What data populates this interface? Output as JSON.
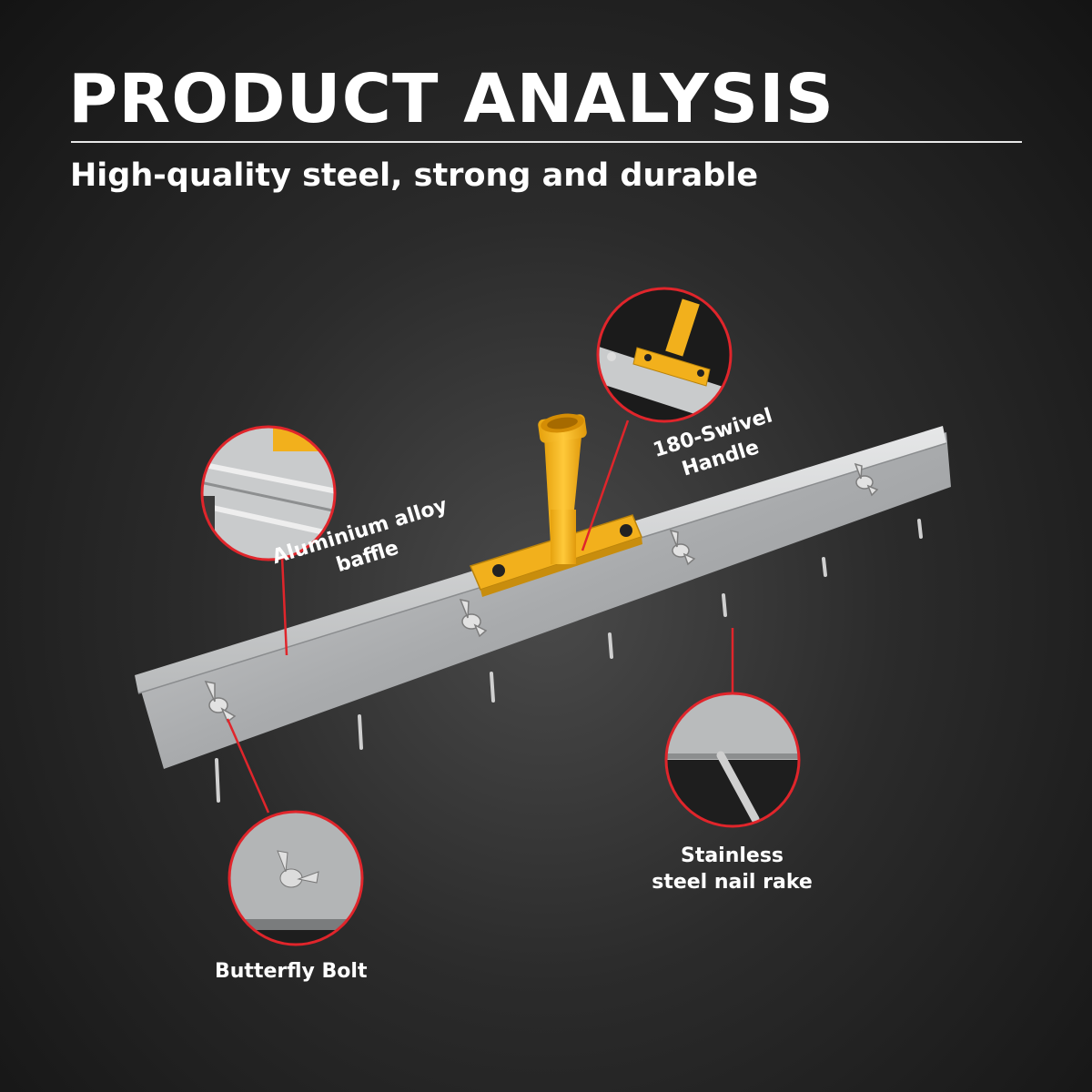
{
  "header": {
    "title": "PRODUCT ANALYSIS",
    "subtitle": "High-quality steel, strong and durable"
  },
  "callouts": {
    "aluminium": {
      "line1": "Aluminium alloy",
      "line2": "baffle"
    },
    "handle": {
      "line1": "180-Swivel",
      "line2": "Handle"
    },
    "nail": {
      "line1": "Stainless",
      "line2": "steel nail rake"
    },
    "bolt": {
      "line1": "Butterfly Bolt"
    }
  },
  "colors": {
    "accent_red": "#e0252b",
    "handle_yellow": "#f4b41a",
    "steel": "#c9cbcc"
  }
}
